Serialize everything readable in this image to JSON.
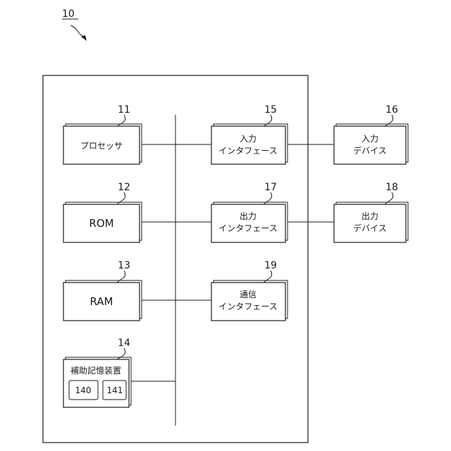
{
  "figure": {
    "ref": "10"
  },
  "blocks": {
    "processor": {
      "ref": "11",
      "label": "プロセッサ"
    },
    "rom": {
      "ref": "12",
      "label": "ROM"
    },
    "ram": {
      "ref": "13",
      "label": "RAM"
    },
    "storage": {
      "ref": "14",
      "label": "補助記憶装置",
      "sub_items": [
        "140",
        "141"
      ]
    },
    "input_interface": {
      "ref": "15",
      "label_lines": [
        "入力",
        "インタフェース"
      ]
    },
    "input_device": {
      "ref": "16",
      "label_lines": [
        "入力",
        "デバイス"
      ]
    },
    "output_interface": {
      "ref": "17",
      "label_lines": [
        "出力",
        "インタフェース"
      ]
    },
    "output_device": {
      "ref": "18",
      "label_lines": [
        "出力",
        "デバイス"
      ]
    },
    "comm_interface": {
      "ref": "19",
      "label_lines": [
        "通信",
        "インタフェース"
      ]
    }
  }
}
